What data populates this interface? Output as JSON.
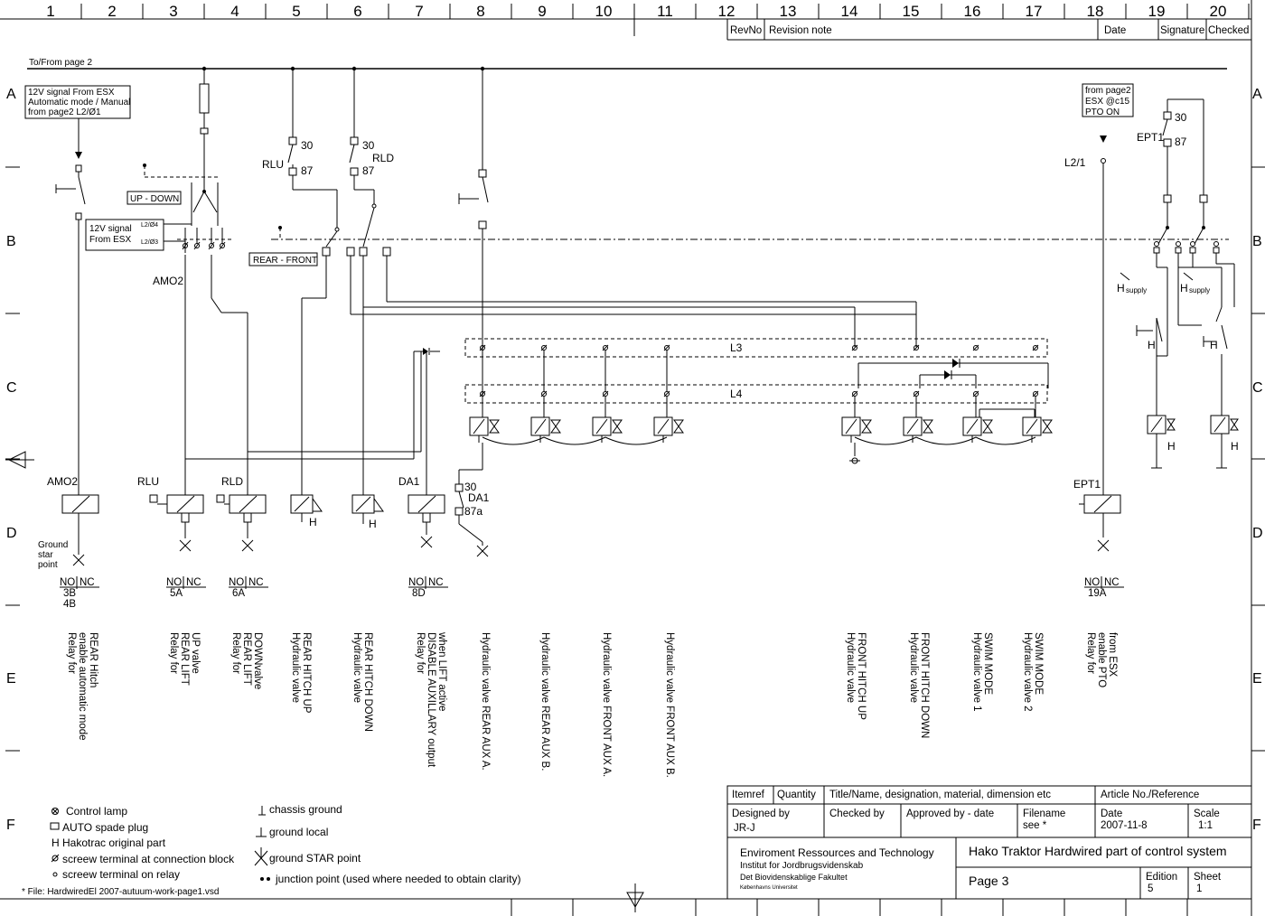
{
  "columns": [
    "1",
    "2",
    "3",
    "4",
    "5",
    "6",
    "7",
    "8",
    "9",
    "10",
    "11",
    "12",
    "13",
    "14",
    "15",
    "16",
    "17",
    "18",
    "19",
    "20"
  ],
  "rows": [
    "A",
    "B",
    "C",
    "D",
    "E",
    "F"
  ],
  "revision_header": {
    "revno": "RevNo",
    "revision_note": "Revision note",
    "date": "Date",
    "signature": "Signature",
    "checked": "Checked"
  },
  "top_note": "To/From page 2",
  "notes": {
    "esx_auto": [
      "12V signal From ESX",
      "Automatic mode / Manual",
      "from page2 L2/Ø1"
    ],
    "esx_signal": [
      "12V signal",
      "From ESX"
    ],
    "esx_pins": [
      "L2/Ø4",
      "L2/Ø3"
    ],
    "ptc_note": [
      "from page2",
      "ESX @c15",
      "PTO ON"
    ],
    "up_down": "UP - DOWN",
    "rear_front": "REAR - FRONT"
  },
  "labels": {
    "amo2": "AMO2",
    "rlu": "RLU",
    "rld": "RLD",
    "da1": "DA1",
    "ept1": "EPT1",
    "l2_1": "L2/1",
    "l3": "L3",
    "l4": "L4",
    "h": "H",
    "h_supply": "supply",
    "t30": "30",
    "t87": "87",
    "t87a": "87a",
    "ground_star": [
      "Ground",
      "star",
      "point"
    ]
  },
  "contact_tables": [
    {
      "no": "NO",
      "nc": "NC",
      "refs": [
        "3B",
        "4B"
      ]
    },
    {
      "no": "NO",
      "nc": "NC",
      "refs": [
        "5A"
      ]
    },
    {
      "no": "NO",
      "nc": "NC",
      "refs": [
        "6A"
      ]
    },
    {
      "no": "NO",
      "nc": "NC",
      "refs": [
        "8D"
      ]
    },
    {
      "no": "NO",
      "nc": "NC",
      "refs": [
        "19A"
      ]
    }
  ],
  "descriptions": [
    [
      "Relay  for",
      "enable automatic mode",
      "REAR Hitch"
    ],
    [
      "Relay for",
      "REAR LIFT",
      "UP valve"
    ],
    [
      "Relay for",
      "REAR LIFT",
      "DOWNvalve"
    ],
    [
      "Hydraulic valve",
      "REAR HITCH UP"
    ],
    [
      "Hydraulic valve",
      "REAR HITCH DOWN"
    ],
    [
      "Relay for",
      "DISABLE AUXILLARY output",
      "when LIFT active"
    ],
    [
      "Hydraulic valve REAR AUX A."
    ],
    [
      "Hydraulic valve REAR AUX B."
    ],
    [
      "Hydraulic valve FRONT AUX A."
    ],
    [
      "Hydraulic valve FRONT AUX B."
    ],
    [
      "Hydraulic valve",
      "FRONT HITCH UP"
    ],
    [
      "Hydraulic valve",
      "FRONT HITCH DOWN"
    ],
    [
      "Hydraulic valve 1",
      "SWIM MODE"
    ],
    [
      "Hydraulic valve 2",
      "SWIM MODE"
    ],
    [
      "Relay  for",
      "enable PTO",
      "from ESX"
    ]
  ],
  "legend": [
    "Control lamp",
    "AUTO spade plug",
    "Hakotrac original part",
    "screew terminal at connection block",
    "screew terminal on relay",
    "chassis ground",
    "ground local",
    "ground STAR point",
    "junction point (used where needed to obtain clarity)"
  ],
  "file_note": "* File: HardwiredEl 2007-autuum-work-page1.vsd",
  "title_block": {
    "itemref": "Itemref",
    "quantity": "Quantity",
    "title_name": "Title/Name, designation, material, dimension etc",
    "article": "Article No./Reference",
    "designed_by": "Designed by",
    "designer": "JR-J",
    "checked_by": "Checked by",
    "approved_by": "Approved by - date",
    "filename": "Filename",
    "filename_val": "see *",
    "date": "Date",
    "date_val": "2007-11-8",
    "scale": "Scale",
    "scale_val": "1:1",
    "org1": "Enviroment Ressources and Technology",
    "org2": "Institut for Jordbrugsvidenskab",
    "org3": "Det Biovidenskablige Fakultet",
    "org4": "Københavns Universitet",
    "title": "Hako Traktor Hardwired part of control system",
    "page": "Page 3",
    "edition": "Edition",
    "edition_val": "5",
    "sheet": "Sheet",
    "sheet_val": "1"
  }
}
